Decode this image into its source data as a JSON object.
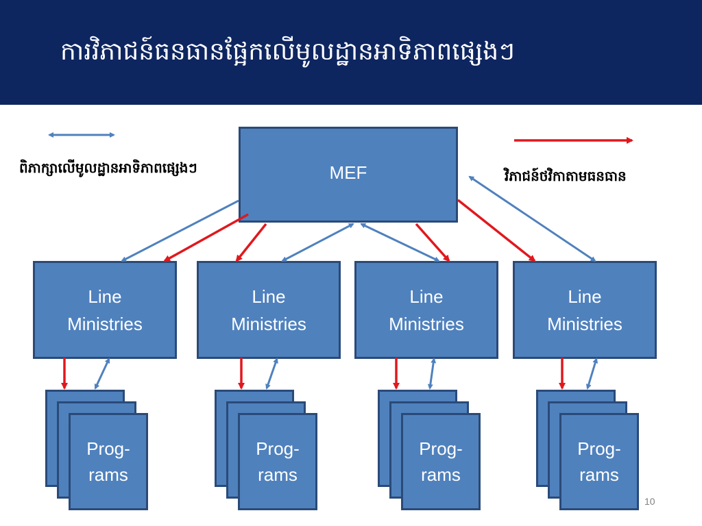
{
  "title": "ការវិភាជន៍ធនធានផ្អែកលើមូលដ្ឋានអាទិភាពផ្សេងៗ",
  "legend": {
    "blue_label": "ពិភាក្សាលើមូលដ្ឋានអាទិភាពផ្សេងៗ",
    "red_label": "វិភាជន៍ថវិកាតាមធនធាន"
  },
  "top_node": "MEF",
  "ministries": [
    {
      "line1": "Line",
      "line2": "Ministries"
    },
    {
      "line1": "Line",
      "line2": "Ministries"
    },
    {
      "line1": "Line",
      "line2": "Ministries"
    },
    {
      "line1": "Line",
      "line2": "Ministries"
    }
  ],
  "programs": [
    {
      "line1": "Prog-",
      "line2": "rams"
    },
    {
      "line1": "Prog-",
      "line2": "rams"
    },
    {
      "line1": "Prog-",
      "line2": "rams"
    },
    {
      "line1": "Prog-",
      "line2": "rams"
    }
  ],
  "page_number": "10",
  "colors": {
    "header": "#0e2660",
    "box_fill": "#4f81bd",
    "box_border": "#2a4a78",
    "blue_arrow": "#4f81bd",
    "red_arrow": "#e0181e"
  }
}
